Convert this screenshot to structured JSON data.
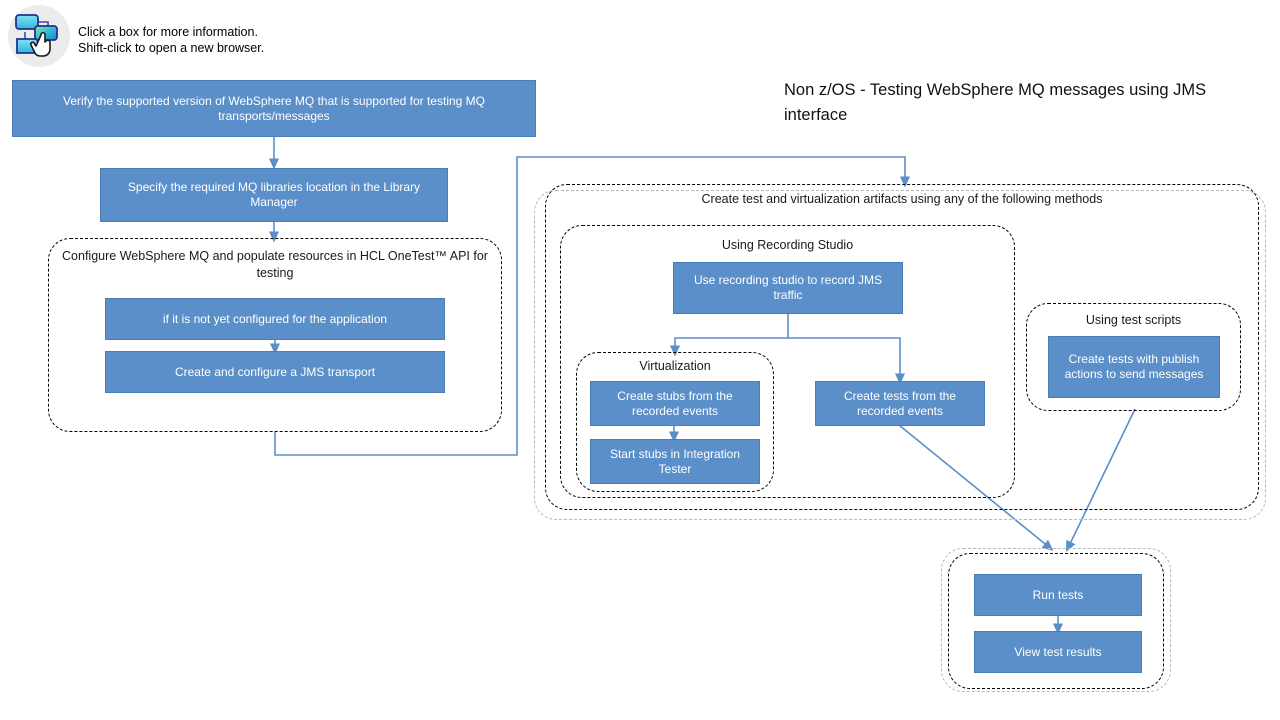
{
  "hint": {
    "icon": "flowchart-cursor-icon",
    "line1": "Click a box for more information.",
    "line2": "Shift-click to open a new browser."
  },
  "title": "Non z/OS - Testing WebSphere MQ messages using JMS interface",
  "colors": {
    "box_fill": "#5b8fc9",
    "box_border": "#4a7cb5",
    "connector": "#5b8fc9",
    "group_border": "#000000",
    "group_border_faint": "#b9b9b9",
    "box_text": "#ffffff",
    "label_text": "#1a1a1a",
    "page_background": "#ffffff"
  },
  "boxes": {
    "verify_version": "Verify the supported version of WebSphere MQ that is supported for testing MQ transports/messages",
    "specify_libraries": "Specify the required MQ libraries location in the Library Manager",
    "not_configured": "if it is not yet configured for the application",
    "create_jms_transport": "Create and configure a JMS transport",
    "use_recording_studio": "Use recording studio to record JMS traffic",
    "create_stubs": "Create stubs from the recorded events",
    "start_stubs": "Start stubs in Integration Tester",
    "create_tests_recorded": "Create tests from the recorded events",
    "create_tests_publish": "Create tests with publish actions to send messages",
    "run_tests": "Run tests",
    "view_test_results": "View test results"
  },
  "groups": {
    "configure_mq": "Configure WebSphere MQ and populate resources in HCL OneTest™ API for testing",
    "create_artifacts": "Create test and virtualization artifacts using any of the following methods",
    "using_recording_studio": "Using Recording Studio",
    "virtualization": "Virtualization",
    "using_test_scripts": "Using test scripts",
    "run_and_view": ""
  }
}
